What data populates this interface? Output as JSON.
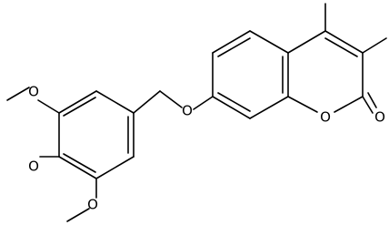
{
  "molecule": {
    "atoms": [
      {
        "id": "o-methoxy-top",
        "label": "O"
      },
      {
        "id": "o-methoxy-middle",
        "label": "O"
      },
      {
        "id": "o-methoxy-bottom",
        "label": "O"
      },
      {
        "id": "o-ether",
        "label": "O"
      },
      {
        "id": "o-ring",
        "label": "O"
      },
      {
        "id": "o-carbonyl",
        "label": "O"
      }
    ],
    "colors": {
      "bond": "#000000",
      "label": "#000000",
      "background": "#ffffff"
    }
  }
}
